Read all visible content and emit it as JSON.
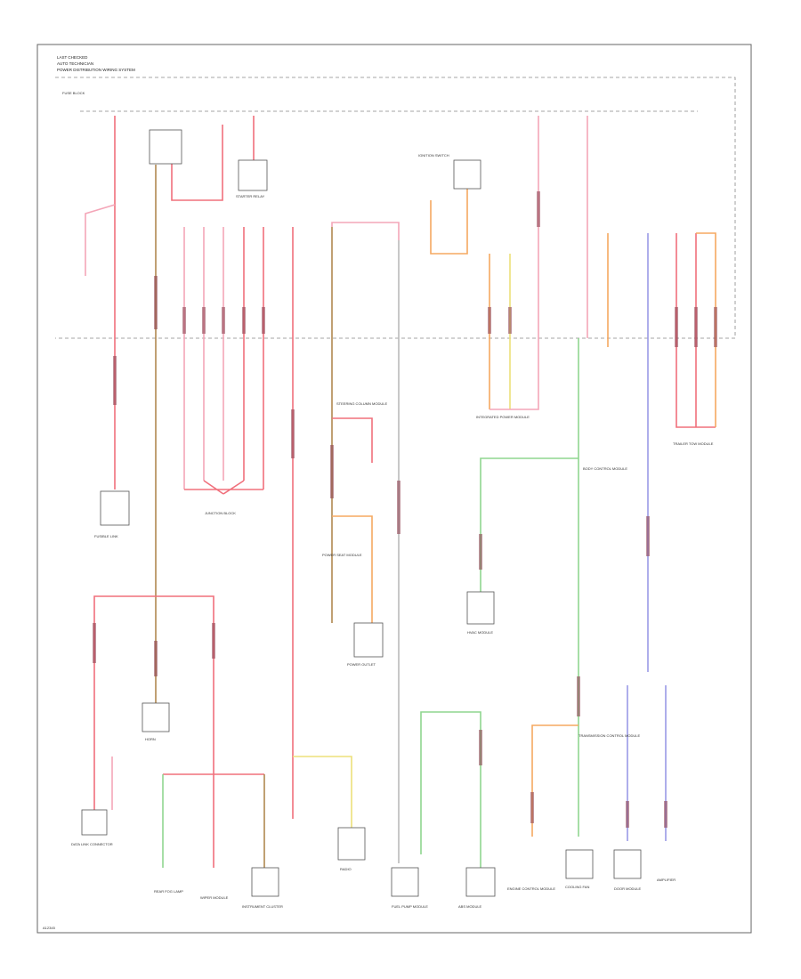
{
  "header": {
    "line1": "LAST CHECKED",
    "line2": "AUTO TECHNICIAN",
    "line3": "POWER DISTRIBUTION WIRING SYSTEM"
  },
  "fuse_box_label": "FUSE BLOCK",
  "footer_code": "A12345",
  "colors": {
    "red": "#f0707c",
    "pink": "#f4a6b8",
    "green": "#8fd68f",
    "orange": "#f5a860",
    "yellow": "#ede07a",
    "blue": "#9a9ae6",
    "brown": "#b08850",
    "gray": "#bbbbbb"
  },
  "labels": {
    "fusible_link": "FUSIBLE LINK",
    "starter_relay": "STARTER RELAY",
    "ignition_switch": "IGNITION SWITCH",
    "bcm": "BODY CONTROL MODULE",
    "junction_block": "JUNCTION BLOCK",
    "integrated_power_module": "INTEGRATED POWER MODULE",
    "radio": "RADIO",
    "data_link": "DATA LINK CONNECTOR",
    "power_outlet": "POWER OUTLET",
    "wiper_module": "WIPER MODULE",
    "hvac_module": "HVAC MODULE",
    "fuel_pump": "FUEL PUMP MODULE",
    "abs_module": "ABS MODULE",
    "cluster": "INSTRUMENT CLUSTER",
    "rear_fog": "REAR FOG LAMP",
    "horn": "HORN",
    "door_module": "DOOR MODULE",
    "trailer_module": "TRAILER TOW MODULE",
    "cooling_fan": "COOLING FAN",
    "engine_control": "ENGINE CONTROL MODULE",
    "transmission_control": "TRANSMISSION CONTROL MODULE",
    "steering_column": "STEERING COLUMN MODULE",
    "passenger_seat": "POWER SEAT MODULE",
    "amplifier": "AMPLIFIER"
  }
}
